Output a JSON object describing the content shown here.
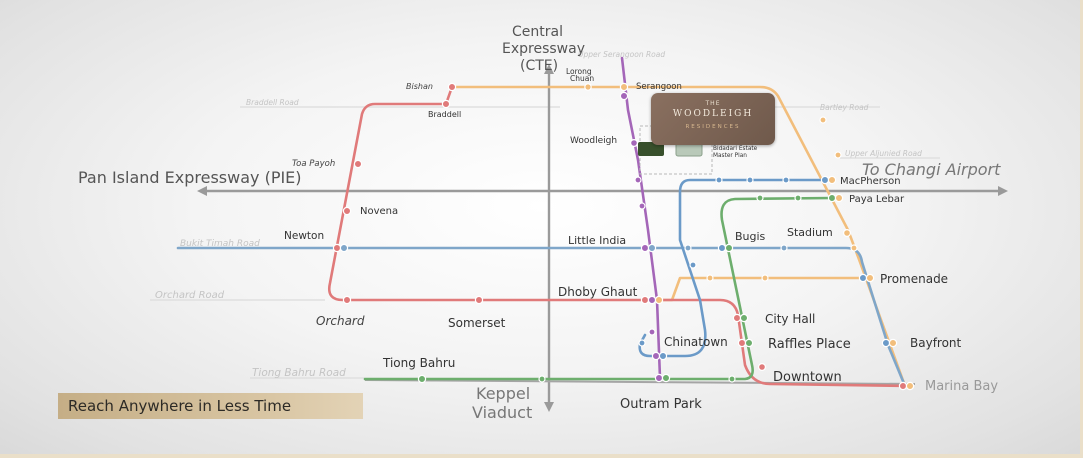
{
  "labels": {
    "cte_line1": "Central",
    "cte_line2": "Expressway",
    "cte_line3": "(CTE)",
    "pie": "Pan Island Expressway (PIE)",
    "changi": "To Changi Airport",
    "keppel1": "Keppel",
    "keppel2": "Viaduct"
  },
  "stations": {
    "bishan": "Bishan",
    "braddell": "Braddell",
    "toa_payoh": "Toa Payoh",
    "novena": "Novena",
    "newton": "Newton",
    "orchard": "Orchard",
    "somerset": "Somerset",
    "dhoby_ghaut": "Dhoby Ghaut",
    "little_india": "Little India",
    "lorong_chuan_1": "Lorong",
    "lorong_chuan_2": "Chuan",
    "serangoon": "Serangoon",
    "woodleigh": "Woodleigh",
    "bidadari_1": "Bidadari Estate",
    "bidadari_2": "Master Plan",
    "macpherson": "MacPherson",
    "paya_lebar": "Paya Lebar",
    "stadium": "Stadium",
    "bugis": "Bugis",
    "promenade": "Promenade",
    "city_hall": "City Hall",
    "chinatown": "Chinatown",
    "raffles_place": "Raffles Place",
    "bayfront": "Bayfront",
    "downtown": "Downtown",
    "marina_bay": "Marina Bay",
    "tiong_bahru": "Tiong Bahru",
    "outram_park": "Outram Park"
  },
  "roads": {
    "braddell_road": "Braddell Road",
    "bartley_road": "Bartley Road",
    "upper_serangoon": "Upper Serangoon Road",
    "upper_aljunied": "Upper Aljunied Road",
    "bukit_timah": "Bukit Timah Road",
    "orchard_road": "Orchard Road",
    "tiong_bahru_road": "Tiong Bahru Road"
  },
  "logo": {
    "the": "THE",
    "name": "WOODLEIGH",
    "residences": "RESIDENCES"
  },
  "banner": "Reach Anywhere in Less Time",
  "colors": {
    "ns_line": "#e07a7a",
    "ew_line": "#7fa6c9",
    "ne_line": "#a466b8",
    "cc_line": "#f2be7c",
    "dt_line": "#6b9ac8",
    "te_line": "#6dae6d",
    "banner": "#d3bd98",
    "logo_box": "#7d6455"
  }
}
